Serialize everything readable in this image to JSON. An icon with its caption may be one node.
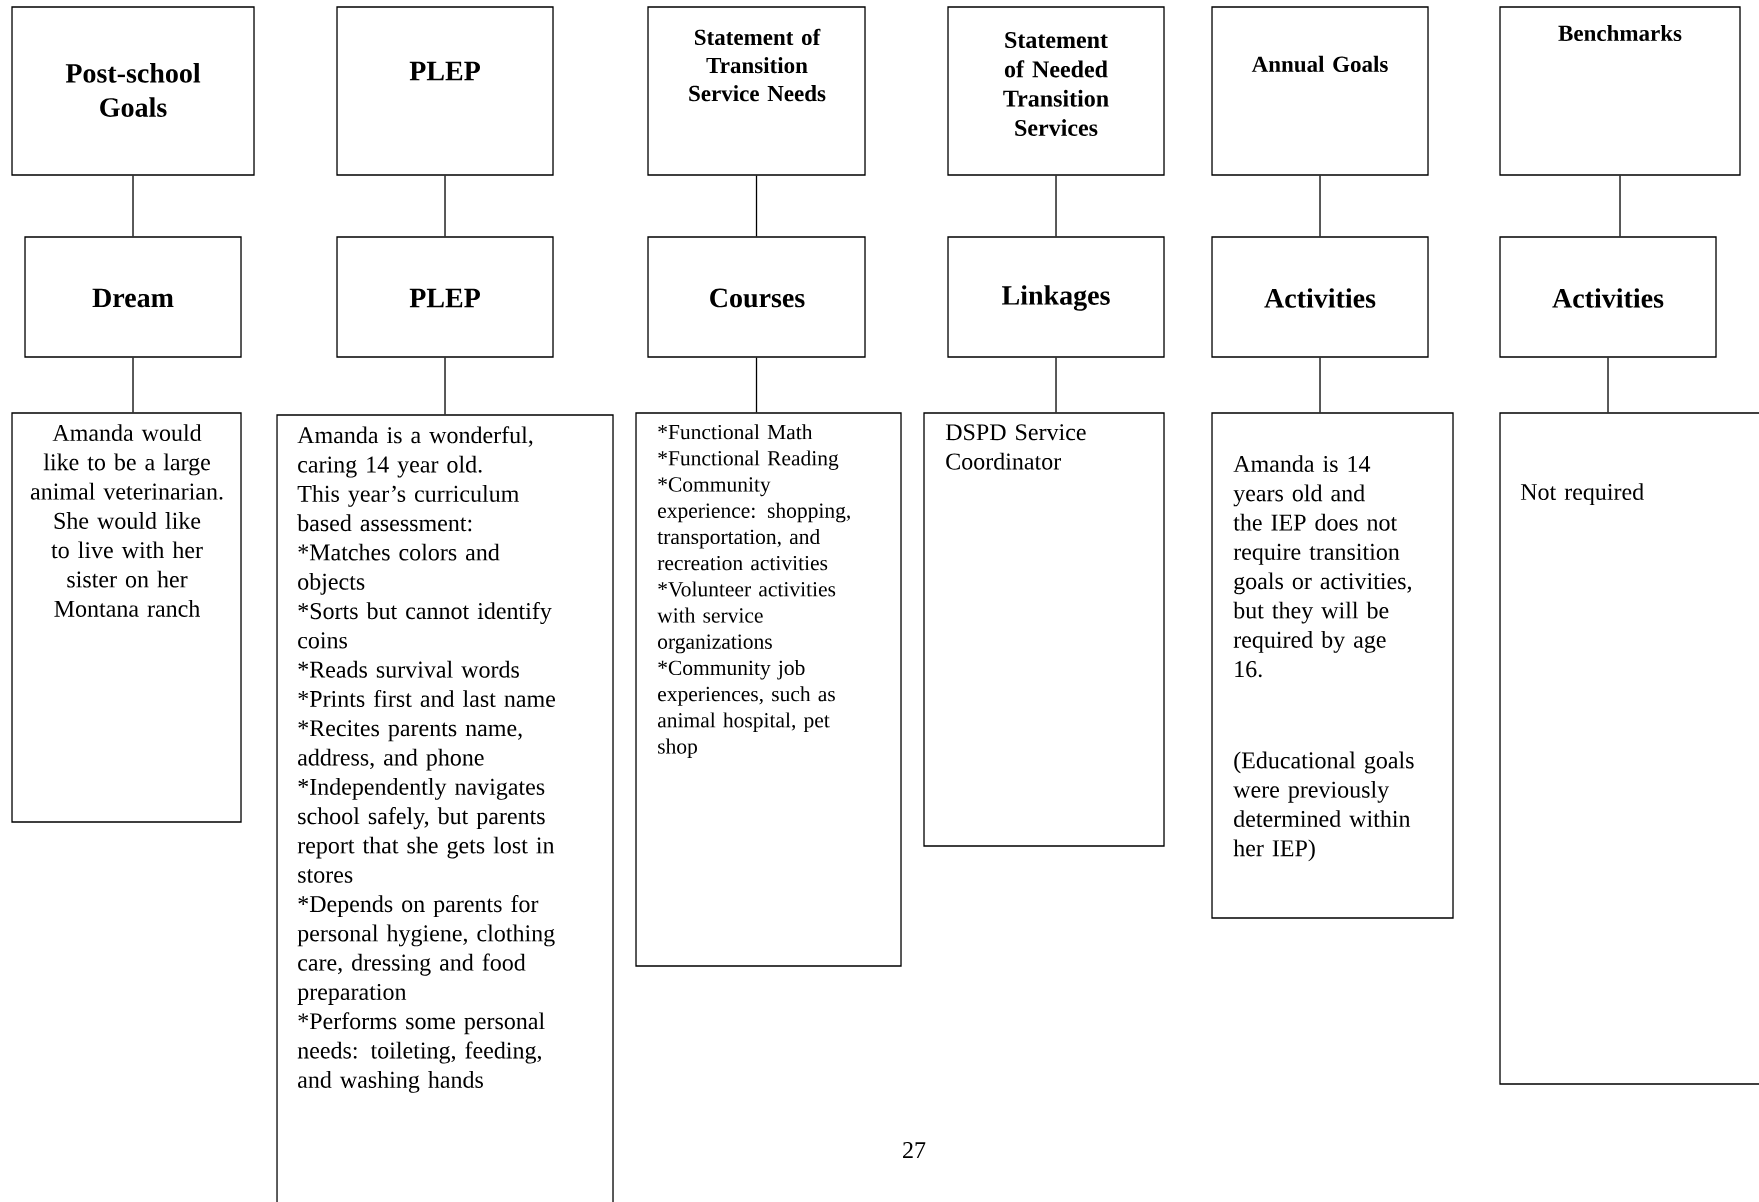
{
  "diagram": {
    "nodes": [
      {
        "text": [
          "Post-school Goals"
        ]
      },
      {
        "text": [
          "PLEP"
        ]
      },
      {
        "text": [
          "Statement of Transition Service Needs"
        ]
      },
      {
        "text": [
          "Statement of Needed Transition Services"
        ]
      },
      {
        "text": [
          "Annual Goals"
        ]
      },
      {
        "text": [
          "Benchmarks"
        ]
      },
      {
        "text": [
          "Dream"
        ]
      },
      {
        "text": [
          "PLEP"
        ]
      },
      {
        "text": [
          "Courses"
        ]
      },
      {
        "text": [
          "Linkages"
        ]
      },
      {
        "text": [
          "Activities"
        ]
      },
      {
        "text": [
          "Activities"
        ]
      },
      {
        "text": [
          "Amanda would like to be a large animal veterinarian. She would like to live with her sister on her Montana ranch"
        ]
      },
      {
        "text": [
          "Amanda is a wonderful, caring 14 year old.",
          "This year’s curriculum based assessment:",
          "*Matches colors and objects",
          "*Sorts but cannot identify coins",
          "*Reads survival words",
          "*Prints first and last name",
          "*Recites parents name, address, and phone",
          "*Independently navigates school safely, but parents report that she gets lost in stores",
          "*Depends on parents for personal hygiene, clothing care, dressing and food preparation",
          "*Performs some personal needs: toileting, feeding, and washing hands"
        ]
      },
      {
        "text": [
          "*Functional Math",
          "*Functional Reading",
          "*Community experience: shopping, transportation, and recreation activities",
          "*Volunteer activities with service organizations",
          "*Community job experiences, such as animal hospital, pet shop"
        ]
      },
      {
        "text": [
          "DSPD Service Coordinator"
        ]
      },
      {
        "text": [
          "Amanda is 14 years old and the IEP does not require transition goals or activities, but they will be required by age 16.",
          "(Educational goals were previously determined within her IEP)"
        ]
      },
      {
        "text": [
          "Not required"
        ]
      }
    ],
    "edges": [
      {
        "from": 0,
        "to": 6,
        "arrow": "none"
      },
      {
        "from": 1,
        "to": 7,
        "arrow": "none"
      },
      {
        "from": 2,
        "to": 8,
        "arrow": "none"
      },
      {
        "from": 3,
        "to": 9,
        "arrow": "none"
      },
      {
        "from": 4,
        "to": 10,
        "arrow": "none"
      },
      {
        "from": 5,
        "to": 11,
        "arrow": "none"
      },
      {
        "from": 6,
        "to": 12,
        "arrow": "none"
      },
      {
        "from": 7,
        "to": 13,
        "arrow": "none"
      },
      {
        "from": 8,
        "to": 14,
        "arrow": "none"
      },
      {
        "from": 9,
        "to": 15,
        "arrow": "none"
      },
      {
        "from": 10,
        "to": 16,
        "arrow": "none"
      },
      {
        "from": 11,
        "to": 17,
        "arrow": "none"
      }
    ],
    "labels": [
      "27"
    ]
  }
}
